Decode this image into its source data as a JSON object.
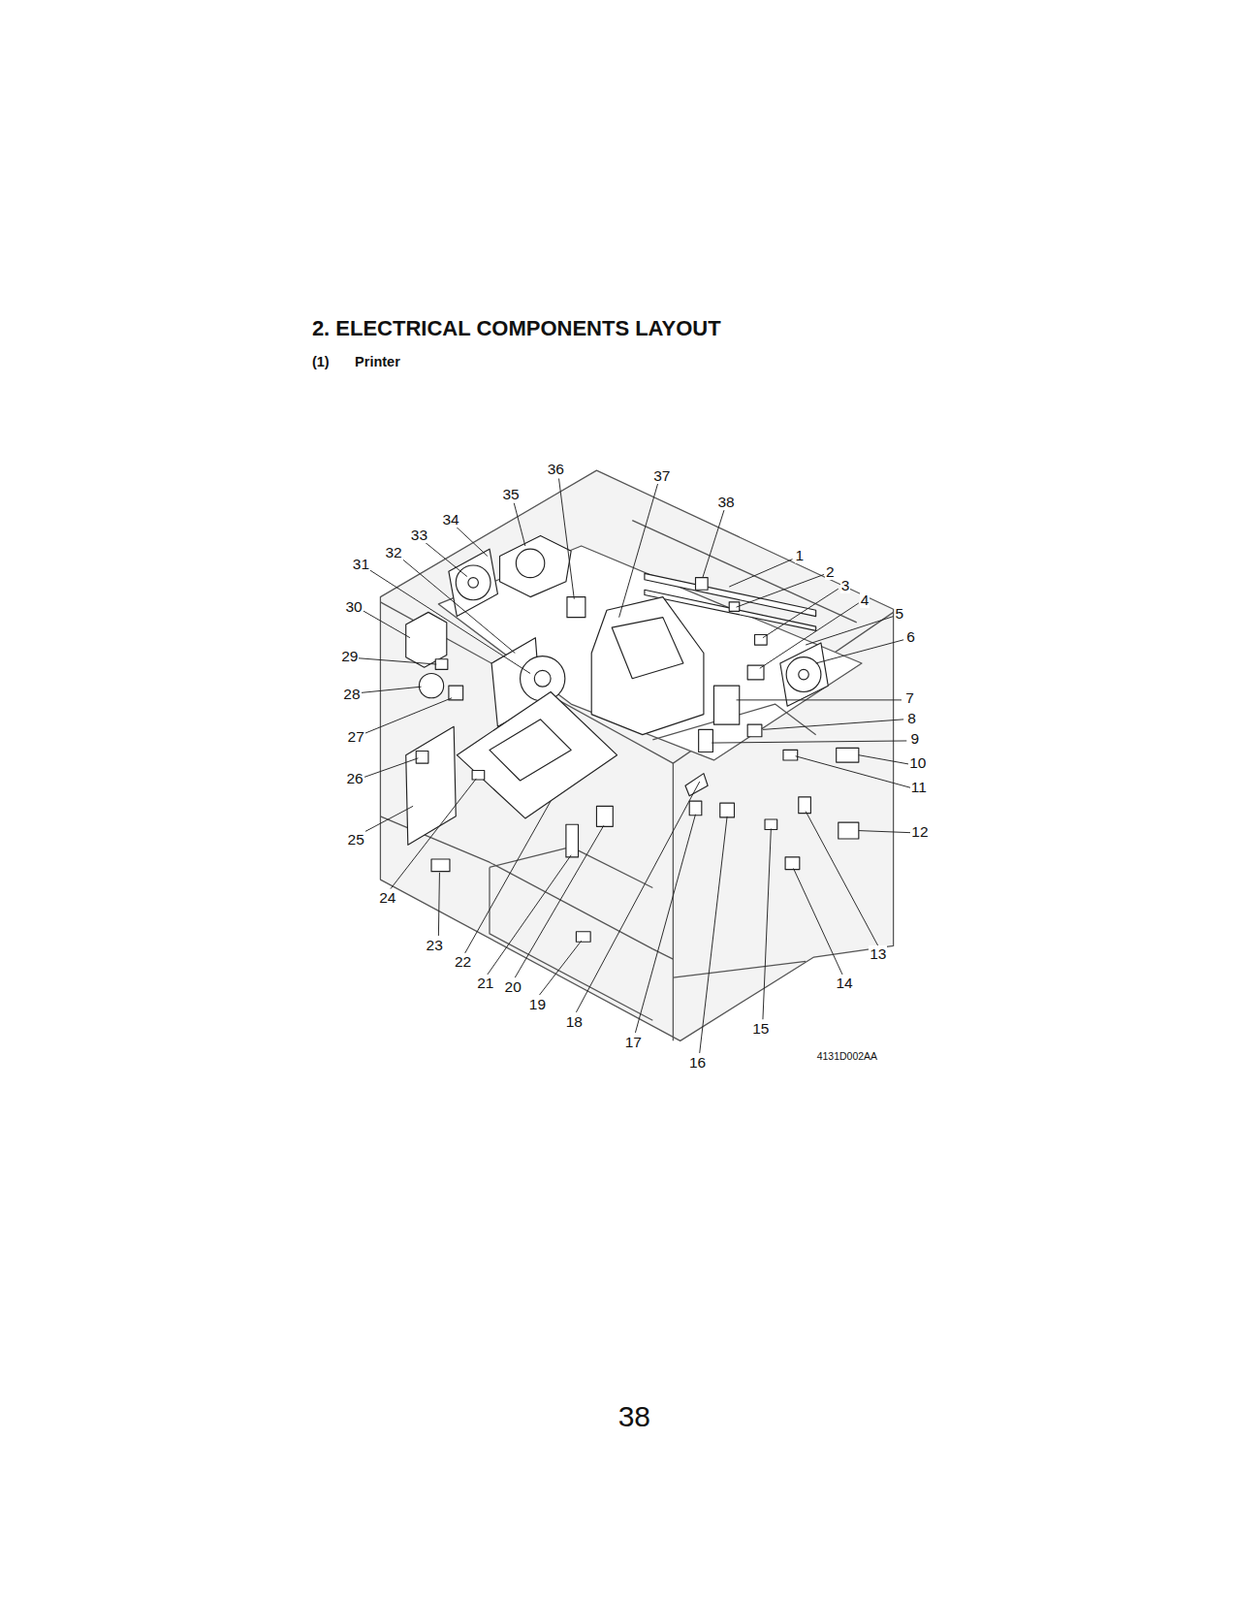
{
  "diagram": {
    "title": "2. ELECTRICAL COMPONENTS LAYOUT",
    "labels": [
      "(1)",
      "Printer",
      "1",
      "2",
      "3",
      "4",
      "5",
      "6",
      "7",
      "8",
      "9",
      "10",
      "11",
      "12",
      "13",
      "14",
      "15",
      "16",
      "17",
      "18",
      "19",
      "20",
      "21",
      "22",
      "23",
      "24",
      "25",
      "26",
      "27",
      "28",
      "29",
      "30",
      "31",
      "32",
      "33",
      "34",
      "35",
      "36",
      "37",
      "38",
      "4131D002AA",
      "38"
    ]
  }
}
